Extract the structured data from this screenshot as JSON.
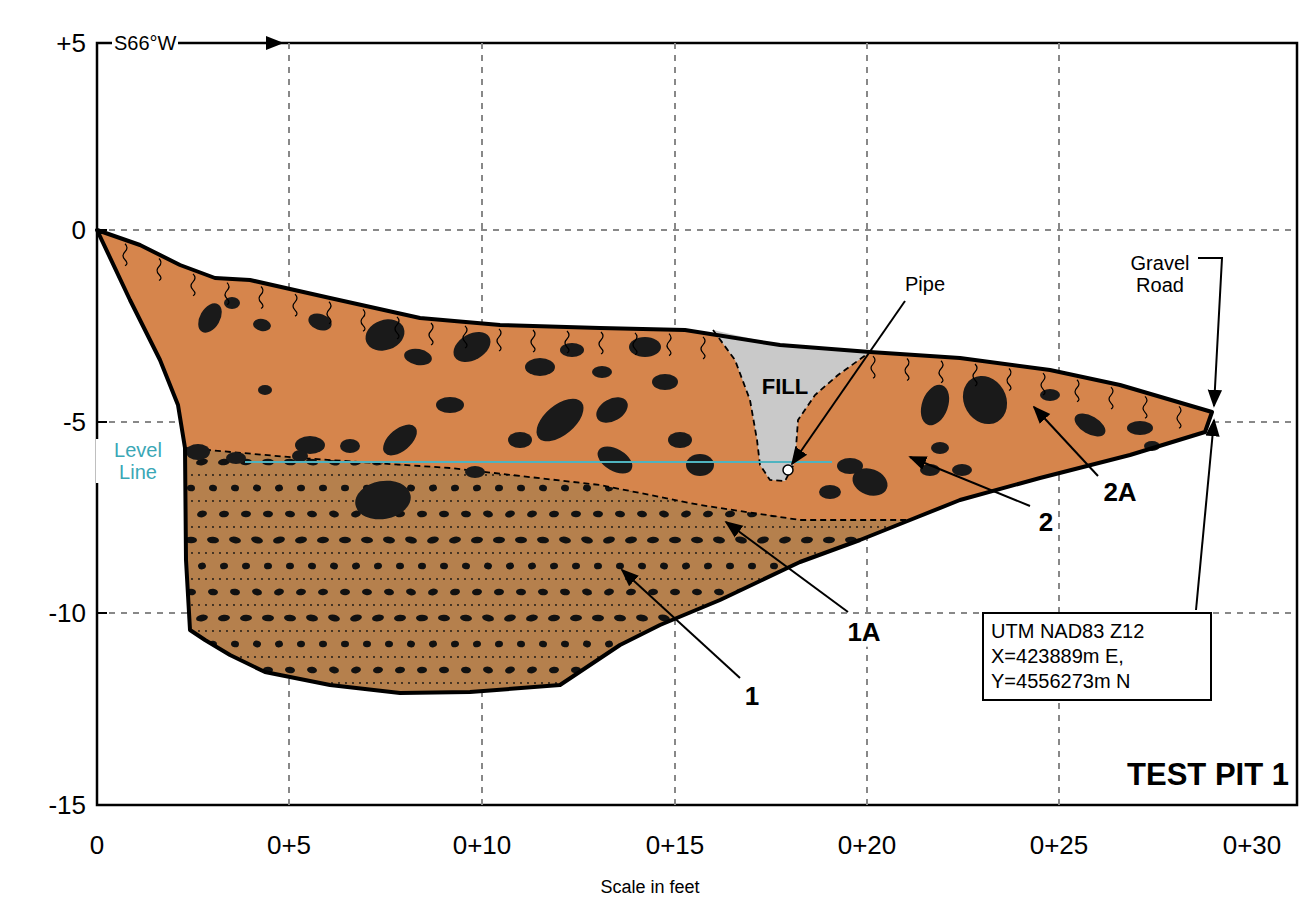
{
  "diagram": {
    "title": "TEST PIT 1",
    "nodes": [
      {
        "text": [
          "UTM NAD83 Z12 X=423889m E, Y=4556273m N"
        ]
      }
    ],
    "labels": [
      "+5",
      "0",
      "-5",
      "-10",
      "-15",
      "0",
      "0+5",
      "0+10",
      "0+15",
      "0+20",
      "0+25",
      "0+30",
      "Scale in feet",
      "S66°W",
      "Level Line",
      "FILL",
      "Pipe",
      "Gravel Road",
      "2A",
      "2",
      "1A",
      "1"
    ]
  }
}
